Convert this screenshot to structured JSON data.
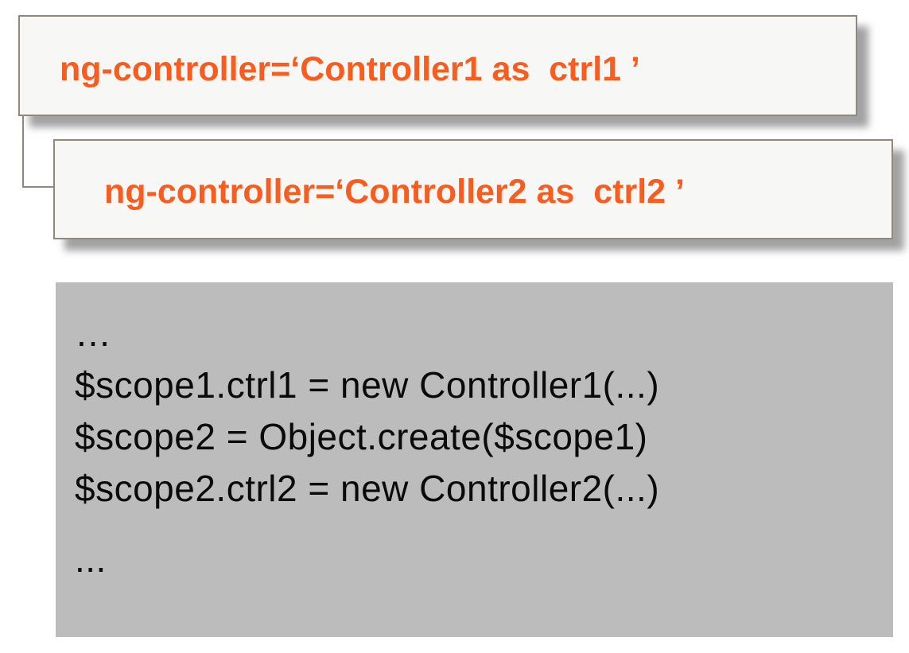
{
  "diagram": {
    "box1": {
      "label": "ng-controller=‘Controller1 as  ctrl1 ’"
    },
    "box2": {
      "label": "ng-controller=‘Controller2 as  ctrl2 ’"
    },
    "code": {
      "lines": [
        "…",
        "$scope1.ctrl1 = new Controller1(...)",
        "$scope2 = Object.create($scope1)",
        "$scope2.ctrl2 = new Controller2(...)",
        "..."
      ]
    },
    "colors": {
      "accent_orange": "#F85D1F",
      "box_fill": "#F7F7F5",
      "box_border": "#8E897B",
      "code_bg": "#BCBCBC",
      "code_text": "#0A0A0A",
      "slide_bg": "#FFFFFF"
    }
  }
}
